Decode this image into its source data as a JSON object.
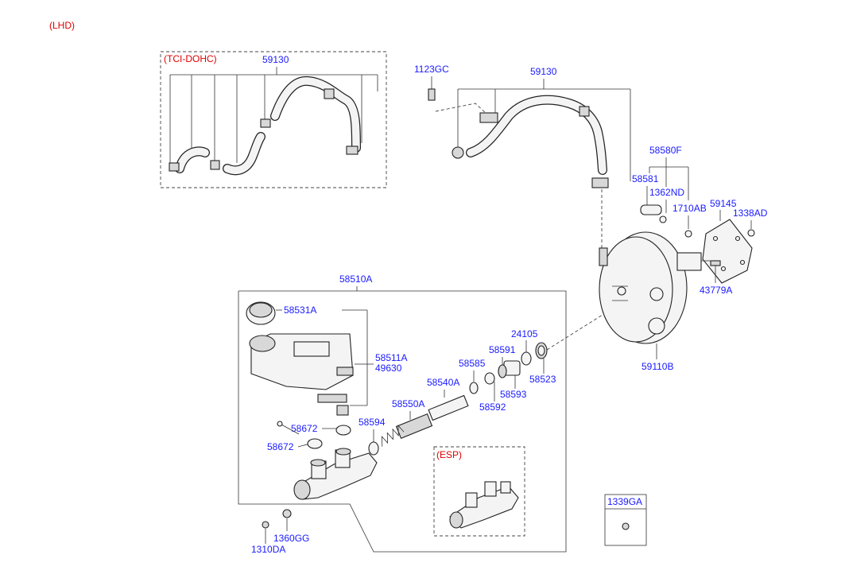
{
  "title": "(LHD)",
  "tci_box": {
    "title": "(TCI-DOHC)",
    "part_label": "59130"
  },
  "esp_box": {
    "title": "(ESP)"
  },
  "labels": {
    "l_1123GC": "1123GC",
    "l_59130": "59130",
    "l_58580F": "58580F",
    "l_58581": "58581",
    "l_1362ND": "1362ND",
    "l_1710AB": "1710AB",
    "l_59145": "59145",
    "l_1338AD": "1338AD",
    "l_43779A": "43779A",
    "l_58510A": "58510A",
    "l_58531A": "58531A",
    "l_58511A": "58511A",
    "l_49630": "49630",
    "l_24105": "24105",
    "l_58591": "58591",
    "l_58585": "58585",
    "l_58540A": "58540A",
    "l_58550A": "58550A",
    "l_58593": "58593",
    "l_58523": "58523",
    "l_58592": "58592",
    "l_58594": "58594",
    "l_58672a": "58672",
    "l_58672b": "58672",
    "l_59110B": "59110B",
    "l_1339GA": "1339GA",
    "l_1360GG": "1360GG",
    "l_1310DA": "1310DA"
  },
  "colors": {
    "label": "#1a1aff",
    "accent": "#e00000",
    "line": "#333333"
  }
}
